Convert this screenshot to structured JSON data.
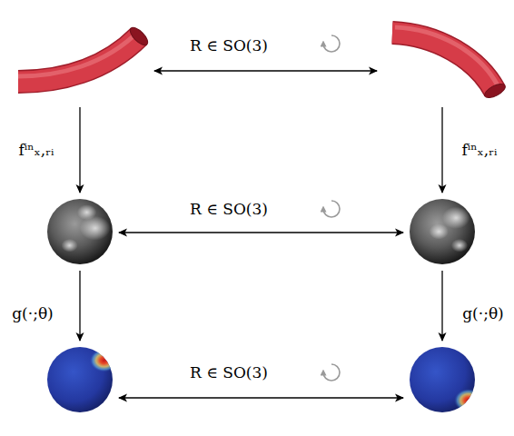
{
  "diagram": {
    "nodes": [
      {
        "text": []
      },
      {
        "text": []
      },
      {
        "text": []
      },
      {
        "text": []
      },
      {
        "text": []
      },
      {
        "text": []
      }
    ],
    "edges": [
      {
        "from": 0,
        "to": 1,
        "label": "R ∈ SO(3)",
        "arrow": "both"
      },
      {
        "from": 0,
        "to": 2,
        "label": "fⁱⁿₓ,ᵣᵢ",
        "arrow": "to"
      },
      {
        "from": 1,
        "to": 3,
        "label": "fⁱⁿₓ,ᵣᵢ",
        "arrow": "to"
      },
      {
        "from": 2,
        "to": 3,
        "label": "R ∈ SO(3)",
        "arrow": "both"
      },
      {
        "from": 2,
        "to": 4,
        "label": "g(·;θ)",
        "arrow": "to"
      },
      {
        "from": 3,
        "to": 5,
        "label": "g(·;θ)",
        "arrow": "to"
      },
      {
        "from": 4,
        "to": 5,
        "label": "R ∈ SO(3)",
        "arrow": "both"
      }
    ]
  }
}
